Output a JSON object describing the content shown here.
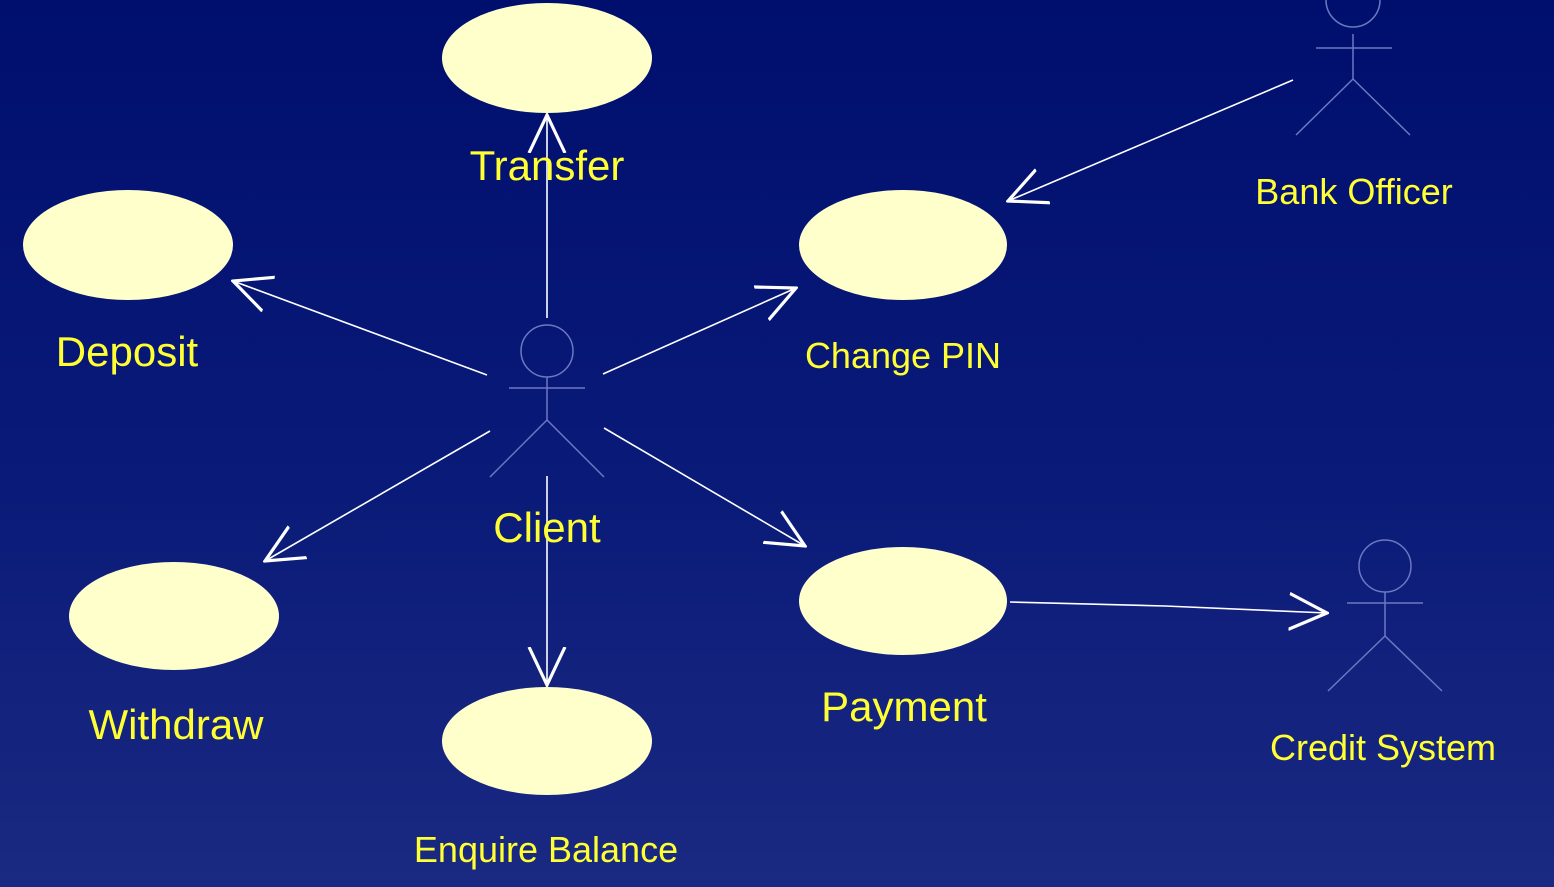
{
  "colors": {
    "background": "#000f6e",
    "usecase_fill": "#ffffcc",
    "label_text": "#ffff33",
    "actor_stroke": "#6d78c2",
    "arrow_stroke": "#ffffff"
  },
  "use_cases": {
    "transfer": "Transfer",
    "deposit": "Deposit",
    "change_pin": "Change PIN",
    "withdraw": "Withdraw",
    "enquire_balance": "Enquire Balance",
    "payment": "Payment"
  },
  "actors": {
    "client": "Client",
    "bank_officer": "Bank Officer",
    "credit_system": "Credit System"
  }
}
